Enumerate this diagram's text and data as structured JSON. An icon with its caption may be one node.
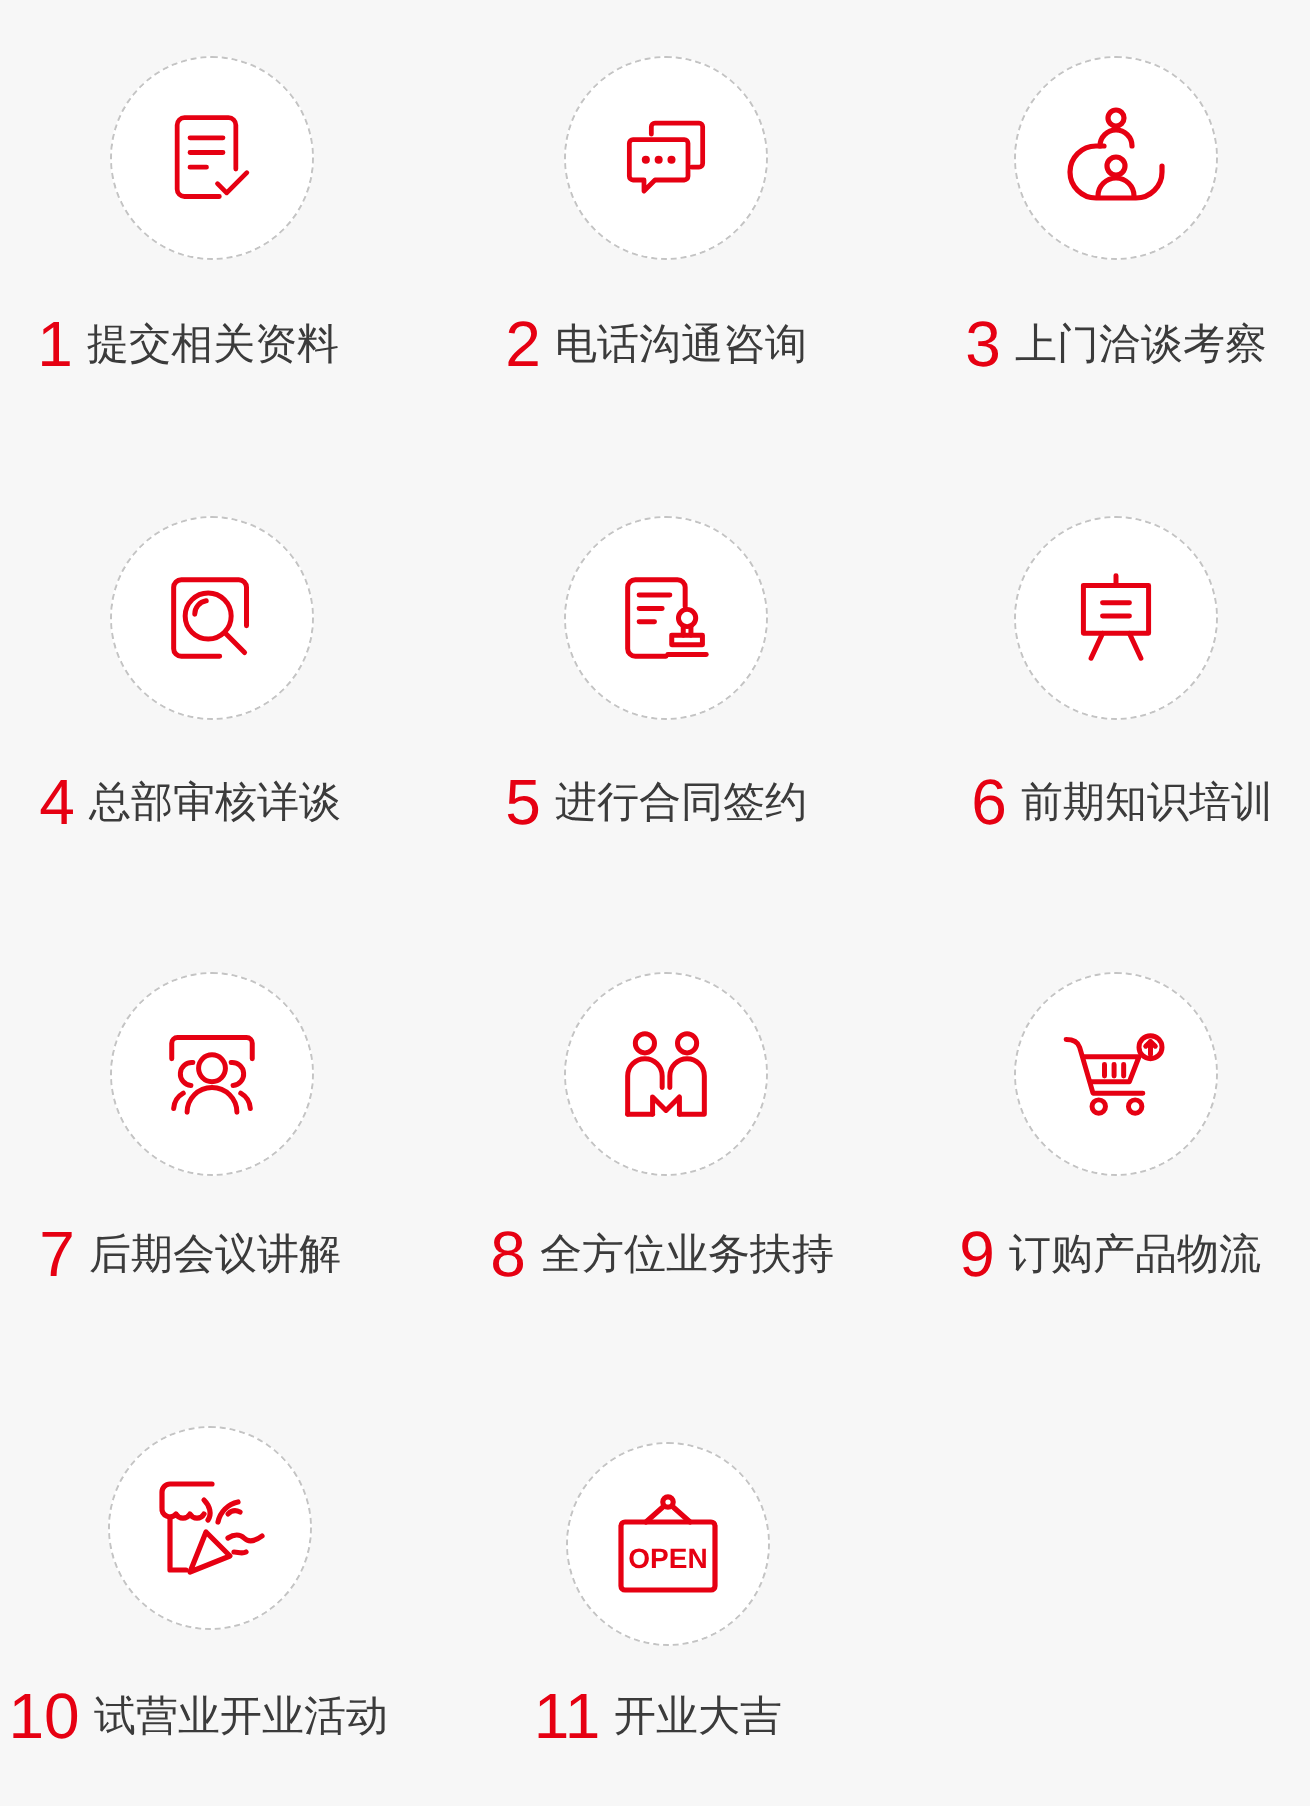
{
  "diagram": {
    "nodes": [
      {
        "text": [],
        "shape": "circle",
        "beside": [
          "1",
          "提交相关资料"
        ]
      },
      {
        "text": [],
        "shape": "circle",
        "beside": [
          "2",
          "电话沟通咨询"
        ]
      },
      {
        "text": [],
        "shape": "circle",
        "beside": [
          "3",
          "上门洽谈考察"
        ]
      },
      {
        "text": [],
        "shape": "circle",
        "beside": [
          "4",
          "总部审核详谈"
        ]
      },
      {
        "text": [],
        "shape": "circle",
        "beside": [
          "5",
          "进行合同签约"
        ]
      },
      {
        "text": [],
        "shape": "circle",
        "beside": [
          "6",
          "前期知识培训"
        ]
      },
      {
        "text": [],
        "shape": "circle",
        "beside": [
          "7",
          "后期会议讲解"
        ]
      },
      {
        "text": [],
        "shape": "circle",
        "beside": [
          "8",
          "全方位业务扶持"
        ]
      },
      {
        "text": [],
        "shape": "circle",
        "beside": [
          "9",
          "订购产品物流"
        ]
      },
      {
        "text": [],
        "shape": "circle",
        "beside": [
          "10",
          "试营业开业活动"
        ]
      },
      {
        "text": [],
        "shape": "circle",
        "beside": [
          "11",
          "开业大吉"
        ]
      }
    ],
    "labels": [
      "OPEN"
    ]
  }
}
